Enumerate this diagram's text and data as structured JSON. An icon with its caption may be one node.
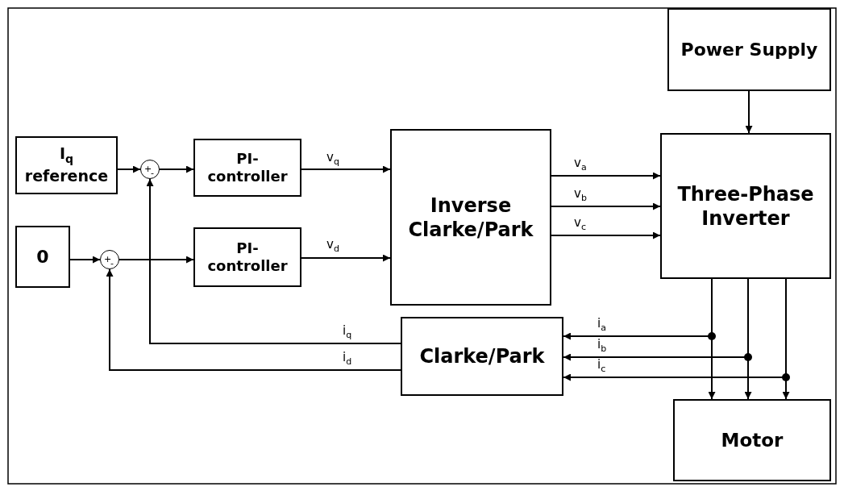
{
  "diagram": {
    "nodes": [
      {
        "text": [
          "I$_{q}$ reference"
        ]
      },
      {
        "text": [
          "+",
          "-"
        ]
      },
      {
        "text": [
          "PI-controller"
        ]
      },
      {
        "text": [
          "0"
        ]
      },
      {
        "text": [
          "+",
          "-"
        ]
      },
      {
        "text": [
          "PI-controller"
        ]
      },
      {
        "text": [
          "Inverse Clarke/Park"
        ]
      },
      {
        "text": [
          "Power Supply"
        ]
      },
      {
        "text": [
          "Three-Phase Inverter"
        ]
      },
      {
        "text": [
          "Clarke/Park"
        ]
      },
      {
        "text": [
          "Motor"
        ]
      }
    ],
    "edges": [
      {
        "from": 0,
        "to": 1,
        "arrow": "to"
      },
      {
        "from": 1,
        "to": 2,
        "arrow": "to"
      },
      {
        "from": 2,
        "to": 6,
        "arrow": "to",
        "label": "v$_{q}$"
      },
      {
        "from": 3,
        "to": 4,
        "arrow": "to"
      },
      {
        "from": 4,
        "to": 5,
        "arrow": "to"
      },
      {
        "from": 5,
        "to": 6,
        "arrow": "to",
        "label": "v$_{d}$"
      },
      {
        "from": 6,
        "to": 8,
        "arrow": "to",
        "label": "v$_{a}$"
      },
      {
        "from": 6,
        "to": 8,
        "arrow": "to",
        "label": "v$_{b}$"
      },
      {
        "from": 6,
        "to": 8,
        "arrow": "to",
        "label": "v$_{c}$"
      },
      {
        "from": 7,
        "to": 8,
        "arrow": "to"
      },
      {
        "from": 8,
        "to": 10,
        "arrow": "to"
      },
      {
        "from": 8,
        "to": 10,
        "arrow": "to"
      },
      {
        "from": 8,
        "to": 10,
        "arrow": "to"
      },
      {
        "from": 8,
        "to": 9,
        "arrow": "to",
        "label": "i$_{a}$"
      },
      {
        "from": 8,
        "to": 9,
        "arrow": "to",
        "label": "i$_{b}$"
      },
      {
        "from": 8,
        "to": 9,
        "arrow": "to",
        "label": "i$_{c}$"
      },
      {
        "from": 9,
        "to": 1,
        "arrow": "to",
        "label": "i$_{q}$"
      },
      {
        "from": 9,
        "to": 4,
        "arrow": "to",
        "label": "i$_{d}$"
      }
    ]
  }
}
